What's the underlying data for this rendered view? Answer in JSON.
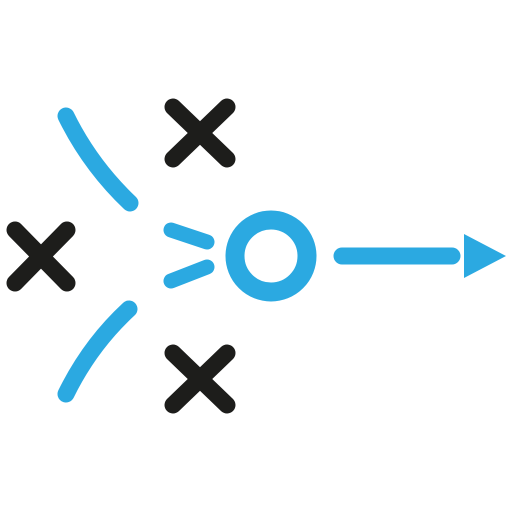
{
  "icon": {
    "name": "strategy-play-icon",
    "colors": {
      "background": "#ffffff",
      "marker_x": "#1d1d1b",
      "accent_blue": "#2ba9e1"
    },
    "parts": {
      "x_markers": [
        "x-marker-top",
        "x-marker-left",
        "x-marker-bottom"
      ],
      "curves": [
        "upper-path-curve",
        "lower-path-curve"
      ],
      "chevron": [
        "chevron-top-stroke",
        "chevron-bottom-stroke"
      ],
      "circle": "player-circle",
      "arrow": [
        "arrow-line",
        "arrow-head"
      ]
    }
  }
}
